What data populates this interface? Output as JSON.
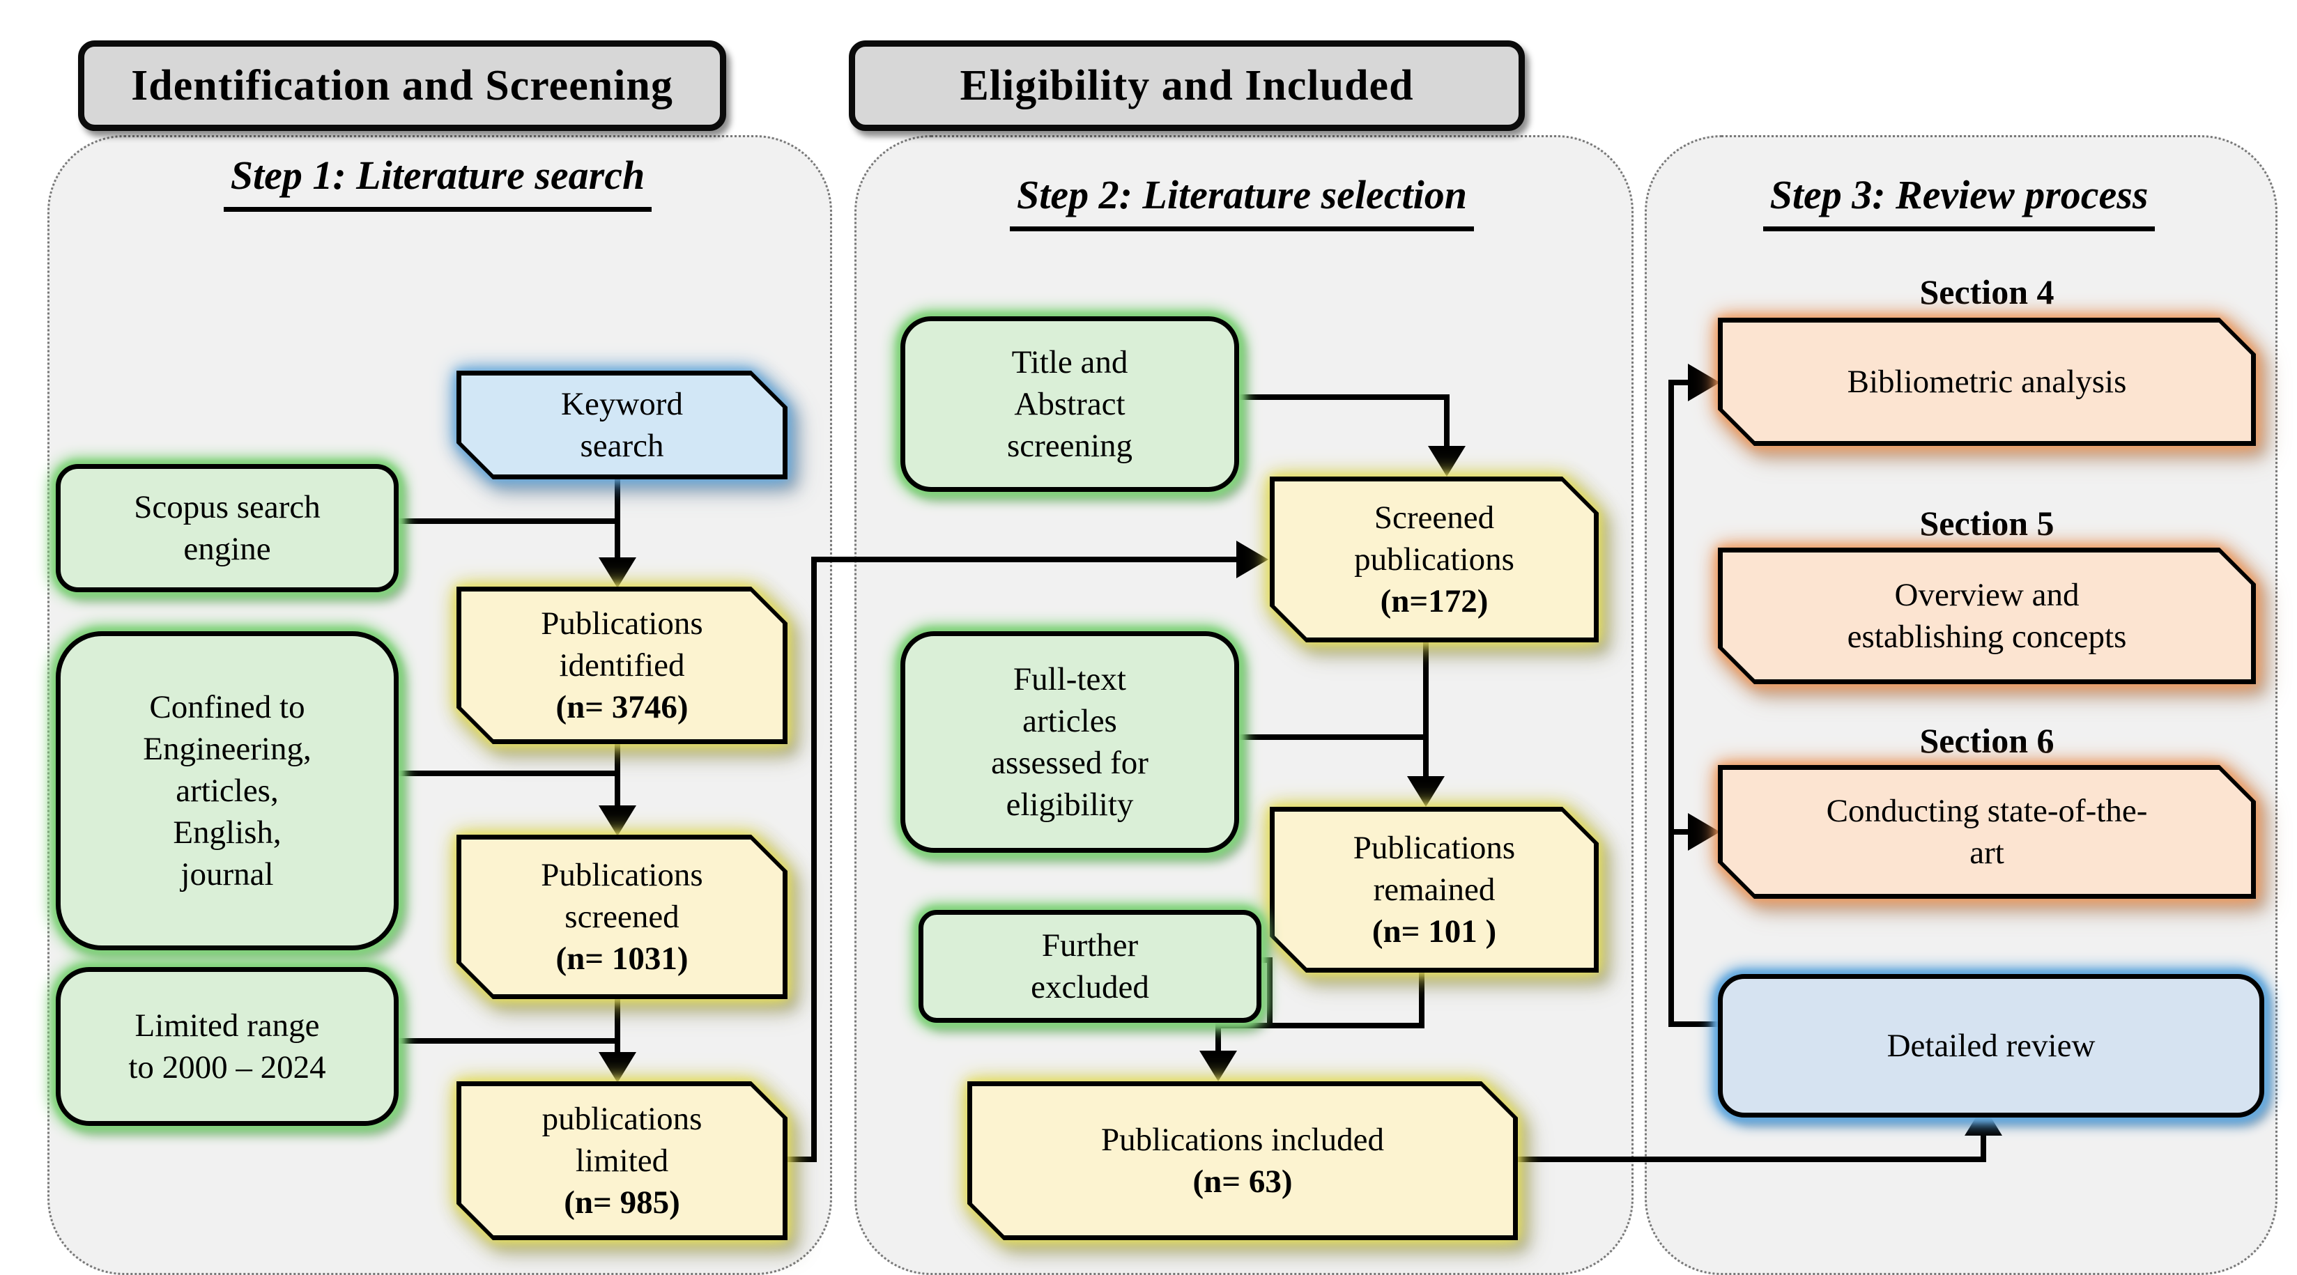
{
  "headers": {
    "identification": "Identification and Screening",
    "eligibility": "Eligibility and Included"
  },
  "steps": {
    "step1_title": "Step 1: Literature search",
    "step2_title": "Step 2: Literature selection",
    "step3_title": "Step 3: Review process"
  },
  "labels": {
    "section4": "Section 4",
    "section5": "Section 5",
    "section6": "Section 6"
  },
  "nodes": {
    "keyword_search": {
      "lines": [
        "Keyword",
        "search"
      ]
    },
    "scopus": {
      "lines": [
        "Scopus search",
        "engine"
      ]
    },
    "publications_identified": {
      "lines": [
        "Publications",
        "identified"
      ],
      "count": "(n= 3746)"
    },
    "confined": {
      "lines": [
        "Confined to",
        "Engineering,",
        "articles,",
        "English,",
        "journal"
      ]
    },
    "publications_screened": {
      "lines": [
        "Publications",
        "screened"
      ],
      "count": "(n= 1031)"
    },
    "limited_range": {
      "lines": [
        "Limited range",
        "to 2000 – 2024"
      ]
    },
    "publications_limited": {
      "lines": [
        "publications",
        "limited"
      ],
      "count": "(n= 985)"
    },
    "title_abstract": {
      "lines": [
        "Title and",
        "Abstract",
        "screening"
      ]
    },
    "screened_publications": {
      "lines": [
        "Screened",
        "publications"
      ],
      "count": "(n=172)"
    },
    "fulltext": {
      "lines": [
        "Full-text",
        "articles",
        "assessed for",
        "eligibility"
      ]
    },
    "publications_remained": {
      "lines": [
        "Publications",
        "remained"
      ],
      "count": "(n= 101 )"
    },
    "further_excluded": {
      "lines": [
        "Further",
        "excluded"
      ]
    },
    "publications_included": {
      "lines": [
        "Publications included"
      ],
      "count": "(n= 63)"
    },
    "bibliometric": {
      "lines": [
        "Bibliometric analysis"
      ]
    },
    "overview": {
      "lines": [
        "Overview and",
        "establishing concepts"
      ]
    },
    "conducting": {
      "lines": [
        "Conducting state-of-the-",
        "art"
      ]
    },
    "detailed_review": {
      "lines": [
        "Detailed review"
      ]
    }
  },
  "colors": {
    "panel_bg": "#f1f1f1",
    "header_bg": "#d7d7d7",
    "green_fill": "#daefd7",
    "green_glow": "#82d37c",
    "yellow_fill": "#fcf3d0",
    "yellow_glow": "#e9e25c",
    "blue_fill": "#d2e7f6",
    "blue_glow": "#64a9de",
    "orange_fill": "#fce4d1",
    "orange_glow": "#f39c5f",
    "review_fill": "#d6e3f1",
    "line": "#000000"
  }
}
